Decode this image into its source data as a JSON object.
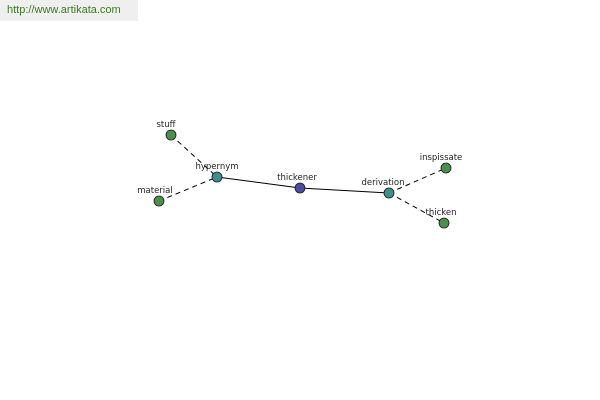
{
  "site": {
    "url": "http://www.artikata.com"
  },
  "colors": {
    "center": "#4b4ba0",
    "relation": "#3f8f8f",
    "leaf": "#4a8f4a"
  },
  "graph": {
    "nodes": [
      {
        "id": "thickener",
        "label": "thickener",
        "kind": "center"
      },
      {
        "id": "hypernym",
        "label": "hypernym",
        "kind": "relation"
      },
      {
        "id": "derivation",
        "label": "derivation",
        "kind": "relation"
      },
      {
        "id": "stuff",
        "label": "stuff",
        "kind": "leaf"
      },
      {
        "id": "material",
        "label": "material",
        "kind": "leaf"
      },
      {
        "id": "inspissate",
        "label": "inspissate",
        "kind": "leaf"
      },
      {
        "id": "thicken",
        "label": "thicken",
        "kind": "leaf"
      }
    ],
    "edges": [
      {
        "from": "hypernym",
        "to": "thickener",
        "style": "solid"
      },
      {
        "from": "thickener",
        "to": "derivation",
        "style": "solid"
      },
      {
        "from": "stuff",
        "to": "hypernym",
        "style": "dashed"
      },
      {
        "from": "material",
        "to": "hypernym",
        "style": "dashed"
      },
      {
        "from": "derivation",
        "to": "inspissate",
        "style": "dashed"
      },
      {
        "from": "derivation",
        "to": "thicken",
        "style": "dashed"
      }
    ]
  }
}
